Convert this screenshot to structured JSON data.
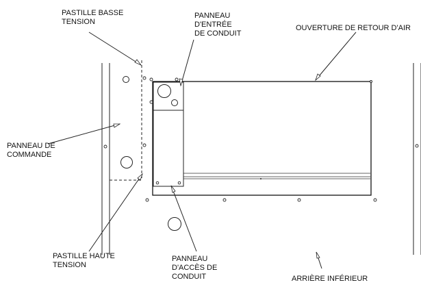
{
  "labels": {
    "pastille_basse": [
      "PASTILLE BASSE",
      "TENSION"
    ],
    "panneau_entree": [
      "PANNEAU",
      "D'ENTRÉE",
      "DE CONDUIT"
    ],
    "ouverture_retour": [
      "OUVERTURE DE RETOUR D'AIR"
    ],
    "panneau_commande": [
      "PANNEAU DE",
      "COMMANDE"
    ],
    "pastille_haute": [
      "PASTILLE HAUTE",
      "TENSION"
    ],
    "panneau_acces": [
      "PANNEAU",
      "D'ACCÈS DE",
      "CONDUIT"
    ],
    "arriere_inferieur": [
      "ARRIÈRE INFÉRIEUR"
    ]
  }
}
